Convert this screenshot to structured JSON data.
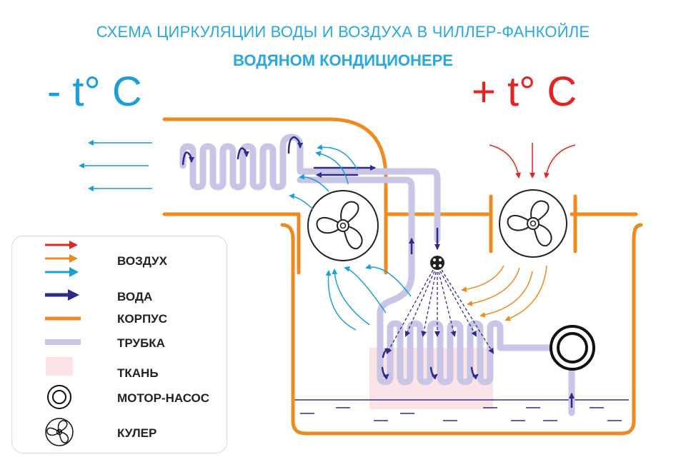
{
  "title": {
    "line1": "СХЕМА ЦИРКУЛЯЦИИ ВОДЫ И ВОЗДУХА В ЧИЛЛЕР-ФАНКОЙЛЕ",
    "line2": "ВОДЯНОМ КОНДИЦИОНЕРЕ"
  },
  "temperature": {
    "cold": "- t° C",
    "hot": "+ t° C"
  },
  "legend": {
    "air": "ВОЗДУХ",
    "water": "ВОДА",
    "housing": "КОРПУС",
    "tube": "ТРУБКА",
    "fabric": "ТКАНЬ",
    "motor_pump": "МОТОР-НАСОС",
    "cooler": "КУЛЕР"
  },
  "colors": {
    "housing": "#ef8a1e",
    "tube": "#c9c5e6",
    "water": "#2e2a8a",
    "air_hot": "#e52320",
    "air_warm": "#ef8a1e",
    "air_cold": "#1a9fd9",
    "fabric": "#fbe3e6"
  }
}
